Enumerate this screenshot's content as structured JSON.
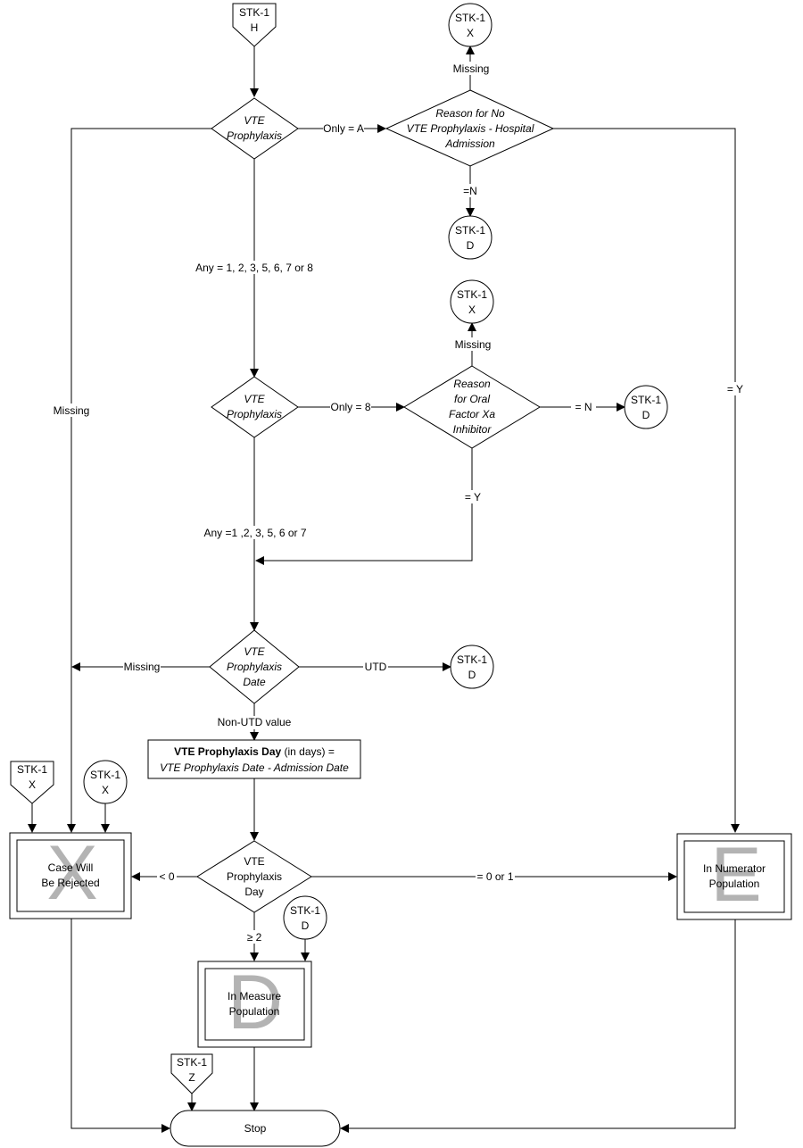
{
  "connectors": {
    "h_top": {
      "line1": "STK-1",
      "line2": "H"
    },
    "x_top": {
      "line1": "STK-1",
      "line2": "X"
    },
    "d_reason_no": {
      "line1": "STK-1",
      "line2": "D"
    },
    "x_oral": {
      "line1": "STK-1",
      "line2": "X"
    },
    "d_oral": {
      "line1": "STK-1",
      "line2": "D"
    },
    "d_date": {
      "line1": "STK-1",
      "line2": "D"
    },
    "x_offpage_left": {
      "line1": "STK-1",
      "line2": "X"
    },
    "x_circle_left": {
      "line1": "STK-1",
      "line2": "X"
    },
    "d_measure": {
      "line1": "STK-1",
      "line2": "D"
    },
    "z_stop": {
      "line1": "STK-1",
      "line2": "Z"
    }
  },
  "decisions": {
    "vte1": {
      "line1": "VTE",
      "line2": "Prophylaxis"
    },
    "reason_no": {
      "line1": "Reason for No",
      "line2": "VTE Prophylaxis - Hospital",
      "line3": "Admission"
    },
    "vte2": {
      "line1": "VTE",
      "line2": "Prophylaxis"
    },
    "oral": {
      "line1": "Reason",
      "line2": "for Oral",
      "line3": "Factor Xa",
      "line4": "Inhibitor"
    },
    "vte_date": {
      "line1": "VTE",
      "line2": "Prophylaxis",
      "line3": "Date"
    },
    "vte_day": {
      "line1": "VTE",
      "line2": "Prophylaxis",
      "line3": "Day"
    }
  },
  "process": {
    "calc_bold": "VTE Prophylaxis Day",
    "calc_normal": " (in days)  =",
    "calc_line2": "VTE Prophylaxis Date - Admission Date"
  },
  "outcomes": {
    "rejected": {
      "line1": "Case Will",
      "line2": "Be Rejected",
      "watermark": "X"
    },
    "numerator": {
      "line1": "In Numerator",
      "line2": "Population",
      "watermark": "E"
    },
    "measure": {
      "line1": "In Measure",
      "line2": "Population",
      "watermark": "D"
    },
    "stop": "Stop"
  },
  "edge_labels": {
    "only_a": "Only = A",
    "missing_reason_no": "Missing",
    "eq_n_reason_no": "=N",
    "eq_y_right": "= Y",
    "missing_left": "Missing",
    "any_1_8": "Any = 1, 2, 3, 5, 6, 7 or 8",
    "only_8": "Only = 8",
    "missing_oral": "Missing",
    "eq_n_oral": "= N",
    "eq_y_oral": "= Y",
    "any_1_7": "Any =1 ,2, 3, 5, 6 or 7",
    "missing_date": "Missing",
    "utd": "UTD",
    "non_utd": "Non-UTD value",
    "lt0": "< 0",
    "eq_0_1": "= 0 or 1",
    "ge2": "≥ 2"
  }
}
